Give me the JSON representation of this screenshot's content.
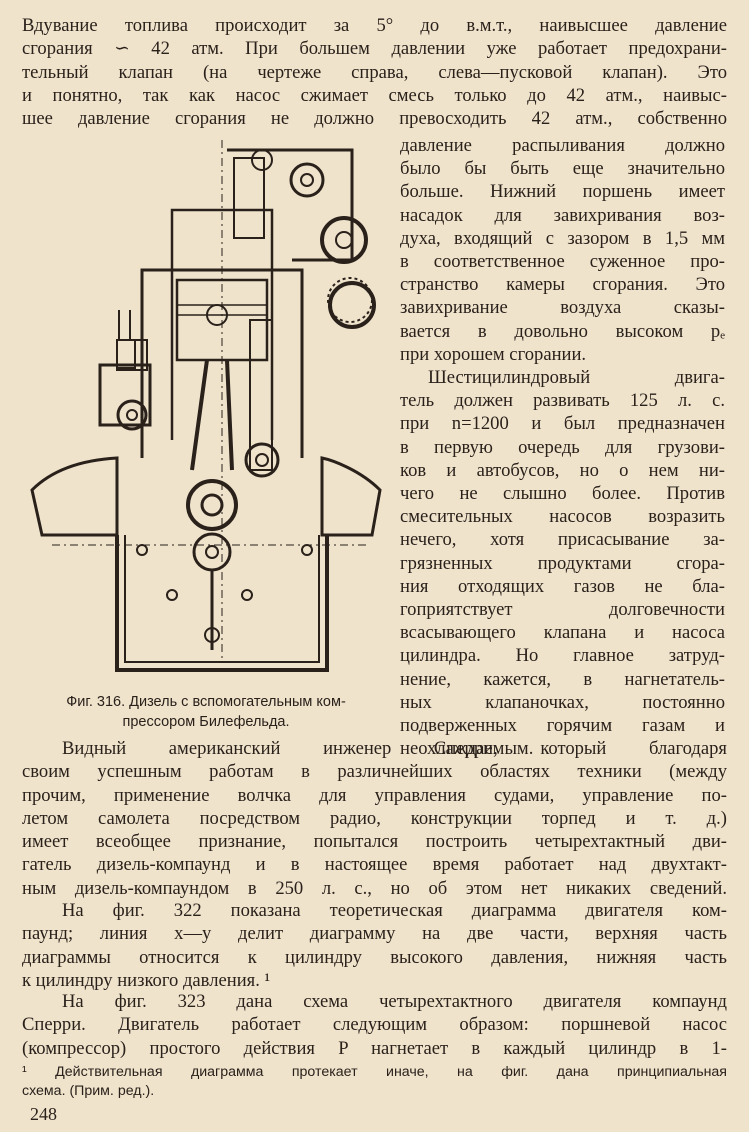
{
  "top_paragraph": [
    "Вдувание топлива происходит за 5° до в.м.т., наивысшее давление",
    "сгорания ∽ 42 атм. При большем давлении уже работает предохрани-",
    "тельный клапан (на чертеже справа, слева—пусковой клапан). Это",
    "и понятно, так как насос сжимает смесь только до 42 атм., наивыс-",
    "шее давление сгорания не должно превосходить 42 атм., собственно"
  ],
  "right_column": [
    "давление распыливания должно",
    "было бы быть еще значительно",
    "больше. Нижний поршень имеет",
    "насадок для завихривания воз-",
    "духа, входящий с зазором в 1,5 мм",
    "в соответственное суженное про-",
    "странство камеры сгорания. Это",
    "завихривание воздуха сказы-",
    "вается в довольно высоком pₑ",
    "при хорошем сгорании.",
    "Шестицилиндровый двига-",
    "тель должен развивать 125 л. с.",
    "при n=1200 и был предназначен",
    "в первую очередь для грузови-",
    "ков и автобусов, но о нем ни-",
    "чего не слышно более. Против",
    "смесительных насосов возразить",
    "нечего, хотя присасывание за-",
    "грязненных продуктами сгора-",
    "ния отходящих газов не бла-",
    "гоприятствует долговечности",
    "всасывающего клапана и насоса",
    "цилиндра. Но главное затруд-",
    "нение, кажется, в нагнетатель-",
    "ных клапаночках, постоянно",
    "подверженных горячим газам и",
    "неохлаждаемым."
  ],
  "caption": [
    "Фиг. 316. Дизель с вспомогательным ком-",
    "прессором Билефельда."
  ],
  "para_sperry": [
    "Видный американский инженер Сперри, который благодаря",
    "своим успешным работам в различнейших областях техники (между",
    "прочим, применение волчка для управления судами, управление по-",
    "летом самолета посредством радио, конструкции торпед и т. д.)",
    "имеет всеобщее признание, попытался построить четырехтактный дви-",
    "гатель дизель-компаунд и в настоящее время работает над двухтакт-",
    "ным дизель-компаундом в 250 л. с., но об этом нет никаких сведений."
  ],
  "para_fig322": [
    "На фиг. 322 показана теоретическая диаграмма двигателя ком-",
    "паунд; линия x—y делит диаграмму на две части, верхняя часть",
    "диаграммы относится к цилиндру высокого давления, нижняя часть",
    "к цилиндру низкого давления. ¹"
  ],
  "para_fig323": [
    "На фиг. 323 дана схема четырехтактного двигателя компаунд",
    "Сперри. Двигатель работает следующим образом: поршневой насос",
    "(компрессор) простого действия P нагнетает в каждый цилиндр в 1-"
  ],
  "footnote": [
    "¹ Действительная диаграмма протекает иначе, на фиг. дана принципиальная",
    "схема. (Прим. ред.)."
  ],
  "page_number": "248"
}
